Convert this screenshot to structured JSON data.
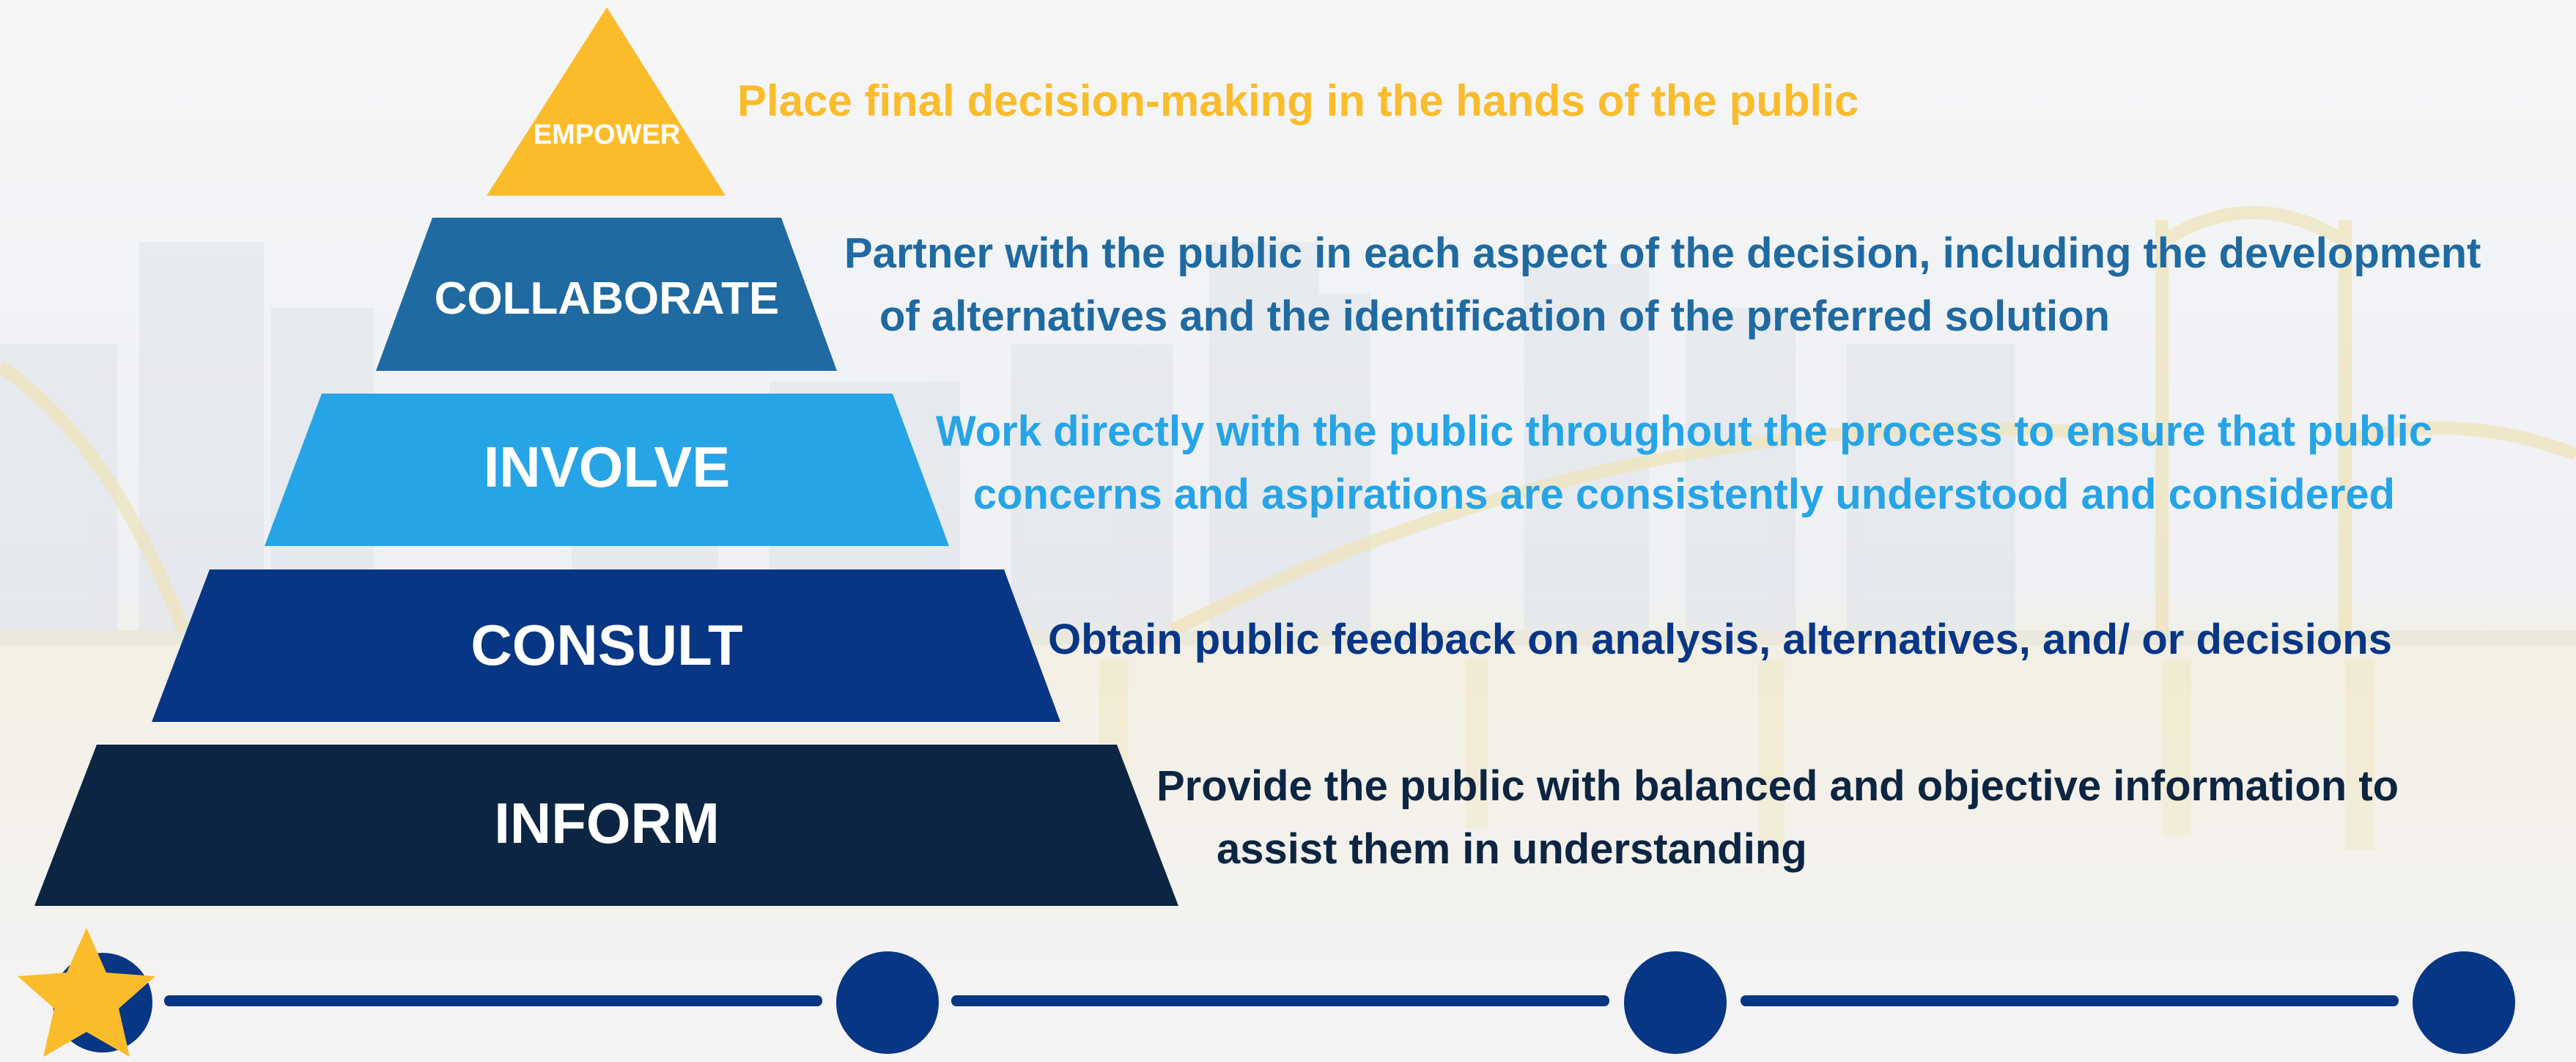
{
  "colors": {
    "empower": "#fbbc2c",
    "collaborate": "#1e6aa1",
    "involve": "#27a4e5",
    "consult": "#073684",
    "inform": "#0b2542",
    "timeline": "#073684",
    "star": "#fbbc2c"
  },
  "pyramid": {
    "tiers": [
      {
        "label": "EMPOWER",
        "description_lines": [
          "Place final decision-making in the hands of the public"
        ]
      },
      {
        "label": "COLLABORATE",
        "description_lines": [
          "Partner with the public in each aspect of the decision, including the development",
          "of alternatives and the identification of the preferred solution"
        ]
      },
      {
        "label": "INVOLVE",
        "description_lines": [
          "Work directly with the public throughout the process to ensure that public",
          "concerns and aspirations are consistently understood and considered"
        ]
      },
      {
        "label": "CONSULT",
        "description_lines": [
          "Obtain public feedback on analysis, alternatives, and/ or decisions"
        ]
      },
      {
        "label": "INFORM",
        "description_lines": [
          "Provide the public with balanced and objective information to",
          "assist them in understanding"
        ]
      }
    ]
  },
  "timeline": {
    "nodes": [
      "star-icon",
      "circle",
      "circle",
      "circle"
    ]
  }
}
